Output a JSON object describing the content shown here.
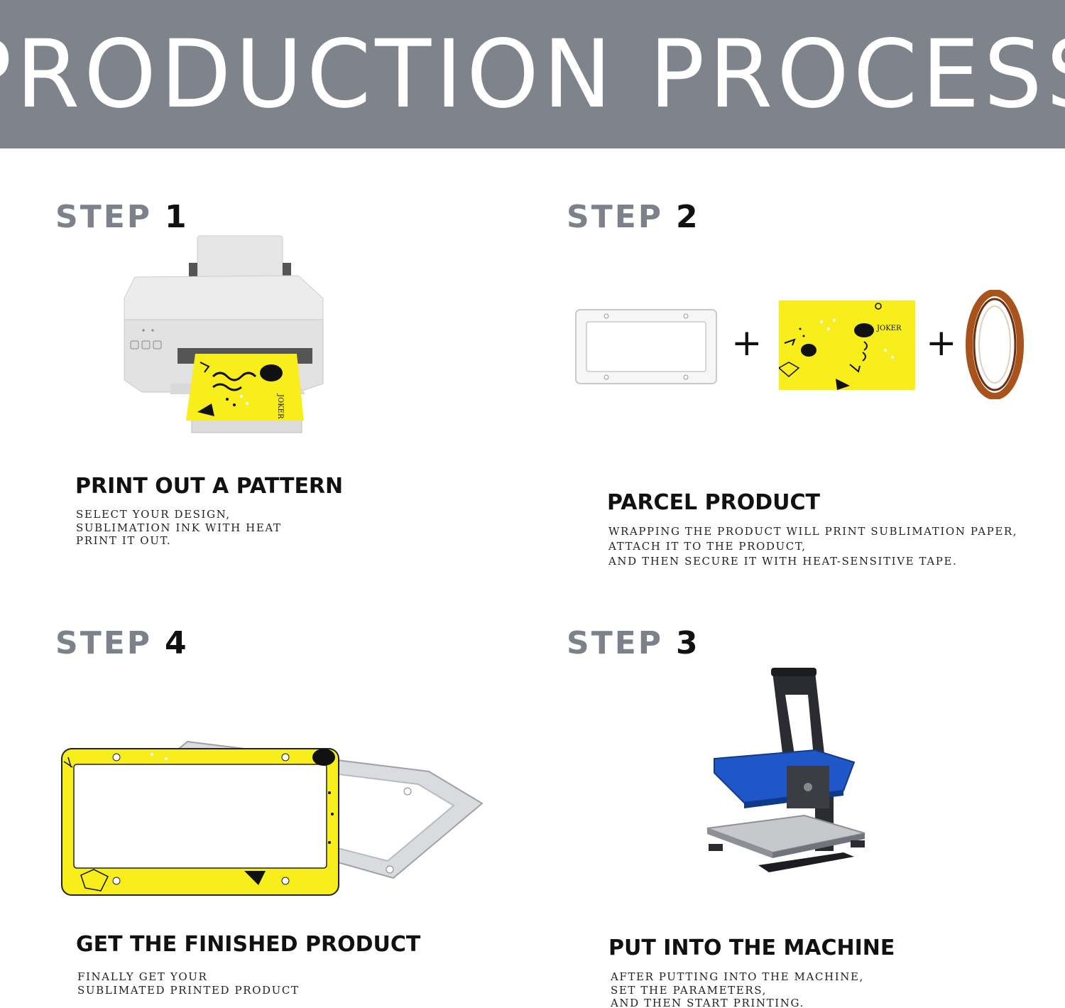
{
  "banner": {
    "title": "PRODUCTION PROCESS"
  },
  "steps": {
    "s1": {
      "word": "STEP",
      "num": "1",
      "heading": "PRINT OUT A PATTERN",
      "desc": [
        "SELECT YOUR DESIGN,",
        "SUBLIMATION INK WITH HEAT",
        "PRINT IT OUT."
      ]
    },
    "s2": {
      "word": "STEP",
      "num": "2",
      "heading": "PARCEL PRODUCT",
      "desc": [
        "WRAPPING THE PRODUCT WILL PRINT SUBLIMATION PAPER,",
        "ATTACH IT TO THE PRODUCT,",
        "AND THEN SECURE IT WITH HEAT-SENSITIVE TAPE."
      ]
    },
    "s3": {
      "word": "STEP",
      "num": "3",
      "heading": "PUT INTO THE MACHINE",
      "desc": [
        "AFTER PUTTING INTO THE MACHINE,",
        "SET THE PARAMETERS,",
        "AND THEN START PRINTING."
      ]
    },
    "s4": {
      "word": "STEP",
      "num": "4",
      "heading": "GET THE FINISHED PRODUCT",
      "desc": [
        "FINALLY GET YOUR",
        "SUBLIMATED PRINTED PRODUCT"
      ]
    }
  },
  "plus_sign": "+",
  "paper_brand": "JOKER",
  "colors": {
    "banner": "#7f838b",
    "step_word": "#7d8189",
    "sublimation_yellow": "#f7ee1c",
    "press_blue": "#1f56c8",
    "tape_amber": "#a8521c"
  },
  "icons": [
    "printer-icon",
    "license-frame-icon",
    "sublimation-paper-icon",
    "heat-tape-icon",
    "heat-press-icon",
    "finished-frame-icon"
  ]
}
